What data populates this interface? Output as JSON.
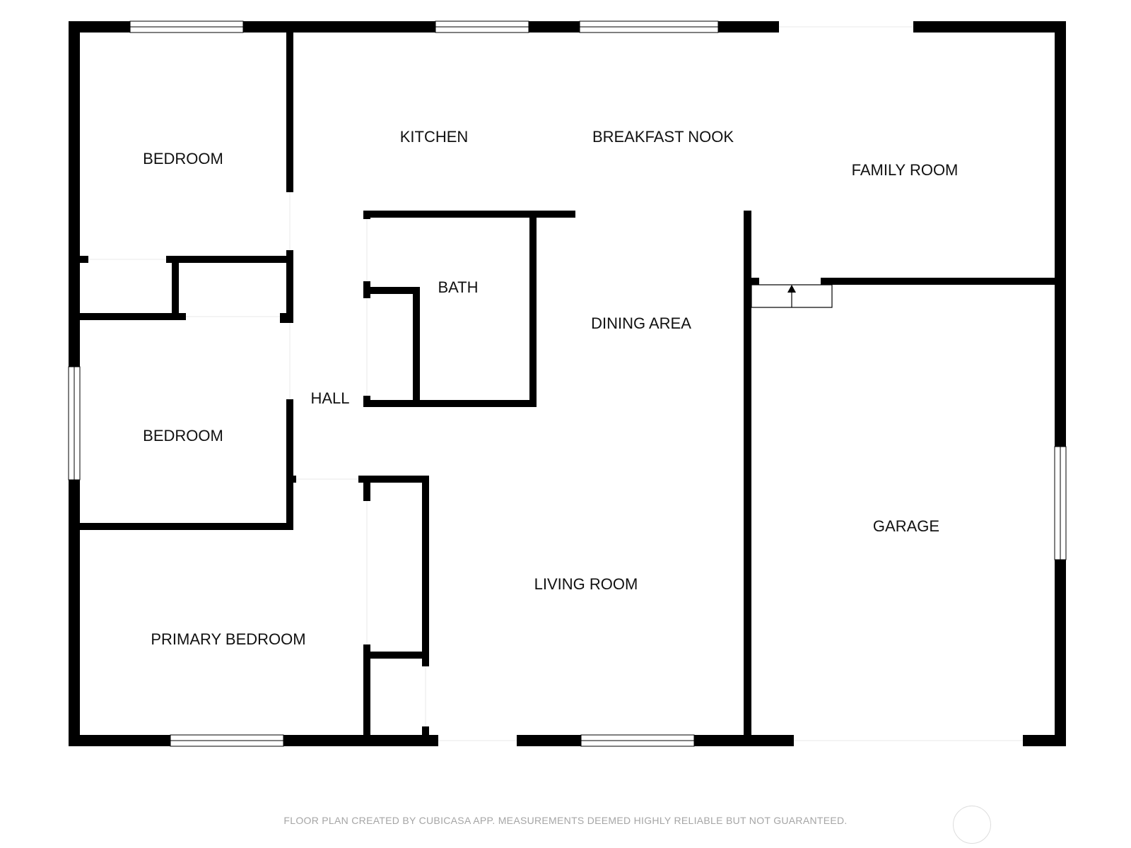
{
  "rooms": {
    "bedroom_1": "BEDROOM",
    "kitchen": "KITCHEN",
    "breakfast_nook": "BREAKFAST NOOK",
    "family_room": "FAMILY ROOM",
    "bath": "BATH",
    "dining_area": "DINING AREA",
    "hall": "HALL",
    "bedroom_2": "BEDROOM",
    "garage": "GARAGE",
    "living_room": "LIVING ROOM",
    "primary_bedroom": "PRIMARY BEDROOM"
  },
  "footer": {
    "disclaimer": "FLOOR PLAN CREATED BY CUBICASA APP. MEASUREMENTS DEEMED HIGHLY RELIABLE BUT NOT GUARANTEED."
  },
  "colors": {
    "wall": "#000000",
    "background": "#ffffff",
    "footer_text": "#a5a5a5"
  }
}
